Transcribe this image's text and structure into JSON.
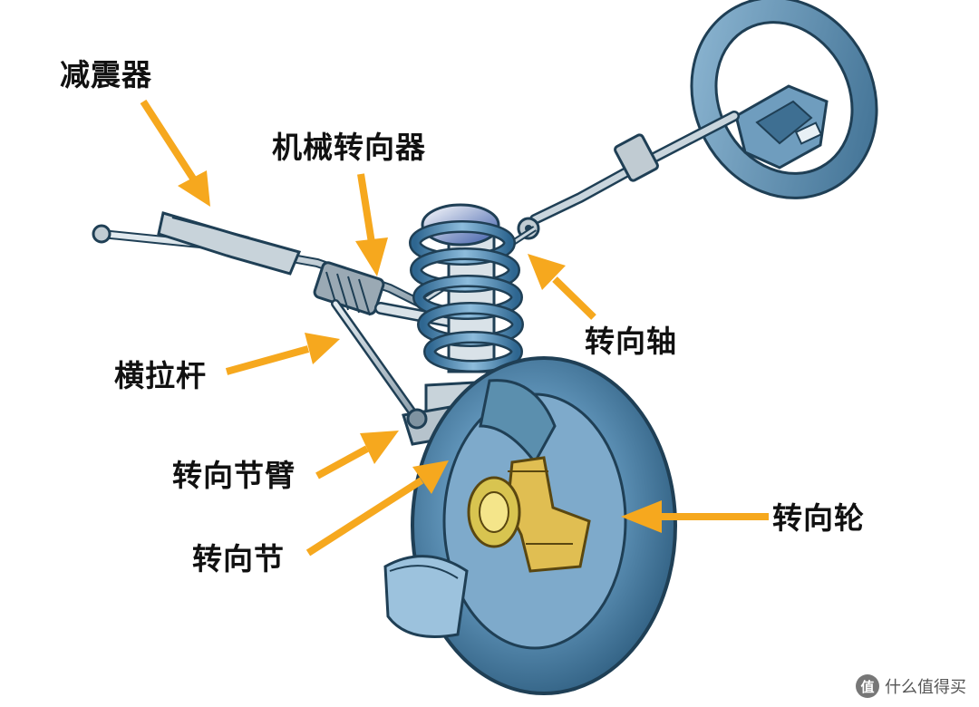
{
  "labels": {
    "shock_absorber": "减震器",
    "steering_gear": "机械转向器",
    "tie_rod": "横拉杆",
    "steering_shaft": "转向轴",
    "knuckle_arm": "转向节臂",
    "knuckle": "转向节",
    "steering_wheel_tire": "转向轮"
  },
  "watermark": {
    "text": "什么值得买",
    "logo": "值"
  },
  "colors": {
    "arrow": "#F6A81E",
    "metal_blue": "#5B8FAE",
    "spring_blue": "#4A83AD",
    "dark_outline": "#1F3F55",
    "gold": "#C9A020",
    "grey": "#A8B4BC"
  }
}
